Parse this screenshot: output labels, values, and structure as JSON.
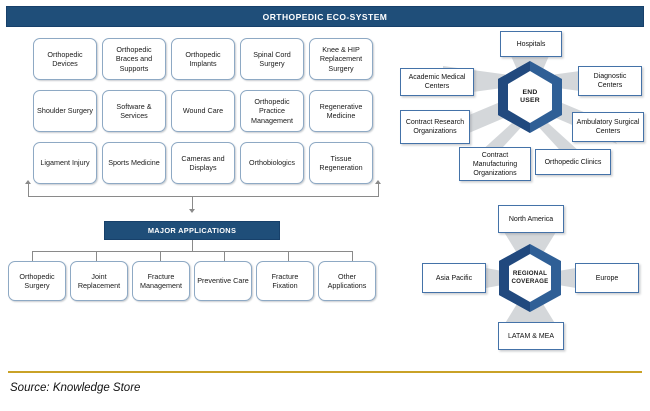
{
  "header": {
    "title": "ORTHOPEDIC ECO-SYSTEM",
    "bar_color": "#1f4e79"
  },
  "eco_grid": {
    "rows": [
      [
        {
          "label": "Orthopedic Devices"
        },
        {
          "label": "Orthopedic Braces and Supports"
        },
        {
          "label": "Orthopedic Implants"
        },
        {
          "label": "Spinal Cord Surgery"
        },
        {
          "label": "Knee & HIP Replacement Surgery"
        }
      ],
      [
        {
          "label": "Shoulder Surgery"
        },
        {
          "label": "Software & Services"
        },
        {
          "label": "Wound Care"
        },
        {
          "label": "Orthopedic Practice Management"
        },
        {
          "label": "Regenerative Medicine"
        }
      ],
      [
        {
          "label": "Ligament Injury"
        },
        {
          "label": "Sports Medicine"
        },
        {
          "label": "Cameras and Displays"
        },
        {
          "label": "Orthobiologics"
        },
        {
          "label": "Tissue Regeneration"
        }
      ]
    ]
  },
  "major_applications": {
    "title": "MAJOR APPLICATIONS",
    "bar_color": "#1f4e79",
    "items": [
      {
        "label": "Orthopedic Surgery"
      },
      {
        "label": "Joint Replacement"
      },
      {
        "label": "Fracture Management"
      },
      {
        "label": "Preventive Care"
      },
      {
        "label": "Fracture Fixation"
      },
      {
        "label": "Other Applications"
      }
    ]
  },
  "end_user": {
    "hex_line1": "END",
    "hex_line2": "USER",
    "hex_color_dark": "#21497e",
    "hex_color_light": "#2f5f96",
    "nodes": [
      {
        "label": "Hospitals"
      },
      {
        "label": "Academic Medical Centers"
      },
      {
        "label": "Diagnostic Centers"
      },
      {
        "label": "Contract Research Organizations"
      },
      {
        "label": "Ambulatory Surgical Centers"
      },
      {
        "label": "Contract Manufacturing Organizations"
      },
      {
        "label": "Orthopedic Clinics"
      }
    ]
  },
  "regional_coverage": {
    "hex_line1": "REGIONAL",
    "hex_line2": "COVERAGE",
    "nodes": [
      {
        "label": "North America"
      },
      {
        "label": "Asia Pacific"
      },
      {
        "label": "Europe"
      },
      {
        "label": "LATAM & MEA"
      }
    ]
  },
  "footer": {
    "source": "Source: Knowledge Store",
    "rule_color": "#c9a227"
  }
}
